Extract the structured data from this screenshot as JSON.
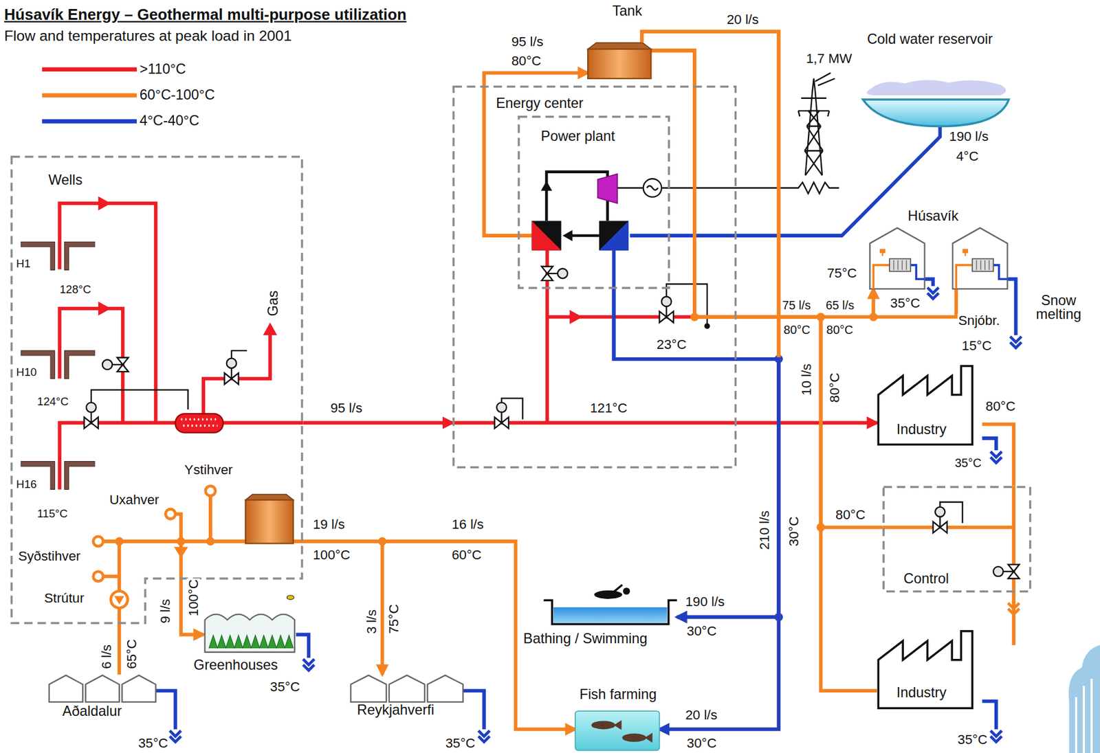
{
  "diagram": {
    "title": "Húsavík Energy – Geothermal multi-purpose utilization",
    "nodes": [
      {
        "text": [
          "Wells"
        ]
      },
      {
        "text": [
          "H1",
          "128°C"
        ],
        "in": 0
      },
      {
        "text": [
          "H10",
          "124°C"
        ],
        "in": 0
      },
      {
        "text": [
          "H16",
          "115°C"
        ],
        "in": 0
      },
      {
        "text": [
          "Energy center"
        ]
      },
      {
        "text": [
          "Power plant"
        ],
        "in": 4
      },
      {
        "text": [
          "Tank"
        ]
      },
      {
        "text": [
          "Cold water reservoir"
        ]
      },
      {
        "text": [
          "Húsavík"
        ]
      },
      {
        "text": [
          "Industry"
        ]
      },
      {
        "text": [
          "Control"
        ]
      },
      {
        "text": [
          "Industry"
        ]
      },
      {
        "text": [
          "Greenhouses"
        ]
      },
      {
        "text": [
          "Aðaldalur"
        ]
      },
      {
        "text": [
          "Reykjahverfi"
        ]
      },
      {
        "text": [
          "Bathing / Swimming"
        ]
      },
      {
        "text": [
          "Fish farming"
        ]
      }
    ],
    "edges": [
      {
        "from": 0,
        "to": 4,
        "arrow": "to",
        "label": "95 l/s"
      },
      {
        "from": 4,
        "to": 9,
        "arrow": "to",
        "label": "121°C"
      },
      {
        "from": 7,
        "to": 5,
        "arrow": "none"
      },
      {
        "from": 5,
        "to": 6,
        "arrow": "to"
      },
      {
        "from": 6,
        "to": 8,
        "arrow": "to"
      },
      {
        "from": 6,
        "to": 15,
        "arrow": "to"
      },
      {
        "from": 6,
        "to": 16,
        "arrow": "to"
      },
      {
        "from": 5,
        "to": 15,
        "arrow": "to"
      },
      {
        "from": 5,
        "to": 16,
        "arrow": "to"
      },
      {
        "from": 6,
        "to": 11,
        "arrow": "none"
      },
      {
        "from": 6,
        "to": 10,
        "arrow": "none"
      },
      {
        "from": 9,
        "to": 10,
        "arrow": "none"
      },
      {
        "from": 0,
        "to": 12,
        "arrow": "to"
      },
      {
        "from": 0,
        "to": 13,
        "arrow": "none"
      },
      {
        "from": 0,
        "to": 14,
        "arrow": "to"
      },
      {
        "from": 0,
        "to": 16,
        "arrow": "to"
      }
    ],
    "labels": [
      "Flow and temperatures at peak load in 2001",
      "Gas",
      "95 l/s",
      "80°C",
      "20 l/s",
      "1,7 MW",
      "190 l/s",
      "4°C",
      "23°C",
      "75°C",
      "35°C",
      "Snjóbr.",
      "15°C",
      "Snow melting",
      "75 l/s",
      "65 l/s",
      "80°C",
      "80°C",
      "10 l/s",
      "80°C",
      "80°C",
      "35°C",
      "80°C",
      "35°C",
      "210 l/s",
      "30°C",
      "190 l/s",
      "30°C",
      "20 l/s",
      "30°C",
      "Ystihver",
      "Uxahver",
      "Syðstihver",
      "Strútur",
      "19 l/s",
      "100°C",
      "16 l/s",
      "60°C",
      "9 l/s",
      "100°C",
      "6 l/s",
      "65°C",
      "35°C",
      "3 l/s",
      "75°C",
      "35°C",
      "35°C"
    ],
    "legend": [
      {
        "text": ">110°C",
        "color": "#ed1c24"
      },
      {
        "text": "60°C-100°C",
        "color": "#f5821f"
      },
      {
        "text": "4°C-40°C",
        "color": "#1e3fc4"
      }
    ]
  }
}
